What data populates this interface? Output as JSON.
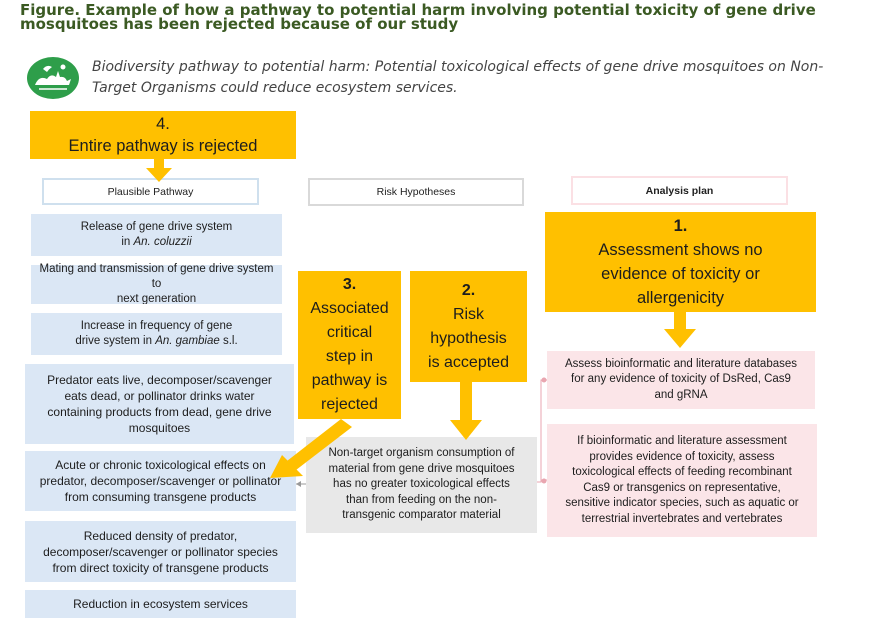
{
  "figure": {
    "title": "Figure. Example of how a pathway to potential harm involving potential toxicity of gene drive mosquitoes has been rejected because of our study",
    "subtitle": "Biodiversity pathway to potential harm: Potential toxicological effects of gene drive mosquitoes on Non-Target Organisms could reduce ecosystem services.",
    "logo_icon": "biodiversity-animals-icon"
  },
  "headers": {
    "plausible_pathway": "Plausible Pathway",
    "risk_hypotheses": "Risk Hypotheses",
    "analysis_plan": "Analysis plan"
  },
  "pathway": [
    {
      "text": "Release of gene drive system\nin ",
      "italic": "An. coluzzii",
      "after": ""
    },
    {
      "text": "Mating and transmission of gene drive system to\nnext generation"
    },
    {
      "text": "Increase in frequency of gene\ndrive system in ",
      "italic": "An. gambiae",
      "after": " s.l."
    },
    {
      "text": "Predator eats live, decomposer/scavenger\neats dead, or pollinator drinks water\ncontaining products from dead, gene drive\nmosquitoes"
    },
    {
      "text": "Acute or chronic toxicological effects on\npredator, decomposer/scavenger or pollinator\nfrom consuming transgene products"
    },
    {
      "text": "Reduced density of predator,\ndecomposer/scavenger or pollinator species\nfrom direct toxicity of transgene products"
    },
    {
      "text": "Reduction in ecosystem services"
    }
  ],
  "callouts": {
    "c4": {
      "num": "4.",
      "text": "Entire pathway is rejected"
    },
    "c3": {
      "num": "3.",
      "text": "Associated\ncritical\nstep in\npathway is\nrejected"
    },
    "c2": {
      "num": "2.",
      "text": "Risk\nhypothesis\nis accepted"
    },
    "c1": {
      "num": "1.",
      "text": "Assessment shows no\nevidence of toxicity or\nallergenicity"
    }
  },
  "risk_hypothesis": "Non-target organism consumption of\nmaterial from gene drive mosquitoes\nhas no greater toxicological effects\nthan from feeding on the non-\ntransgenic comparator material",
  "analysis": [
    "Assess bioinformatic and literature databases\nfor any evidence of toxicity of DsRed, Cas9\nand gRNA",
    "If bioinformatic  and literature assessment\nprovides evidence of toxicity, assess\ntoxicological effects of feeding recombinant\nCas9 or transgenics on representative,\nsensitive indicator species, such as aquatic or\nterrestrial invertebrates and vertebrates"
  ],
  "colors": {
    "title": "#3b5a23",
    "logo": "#2e9e4a",
    "pathway_fill": "#dbe7f5",
    "callout_fill": "#ffc000",
    "analysis_fill": "#fbe5e8",
    "hypothesis_fill": "#e8e8e8"
  }
}
